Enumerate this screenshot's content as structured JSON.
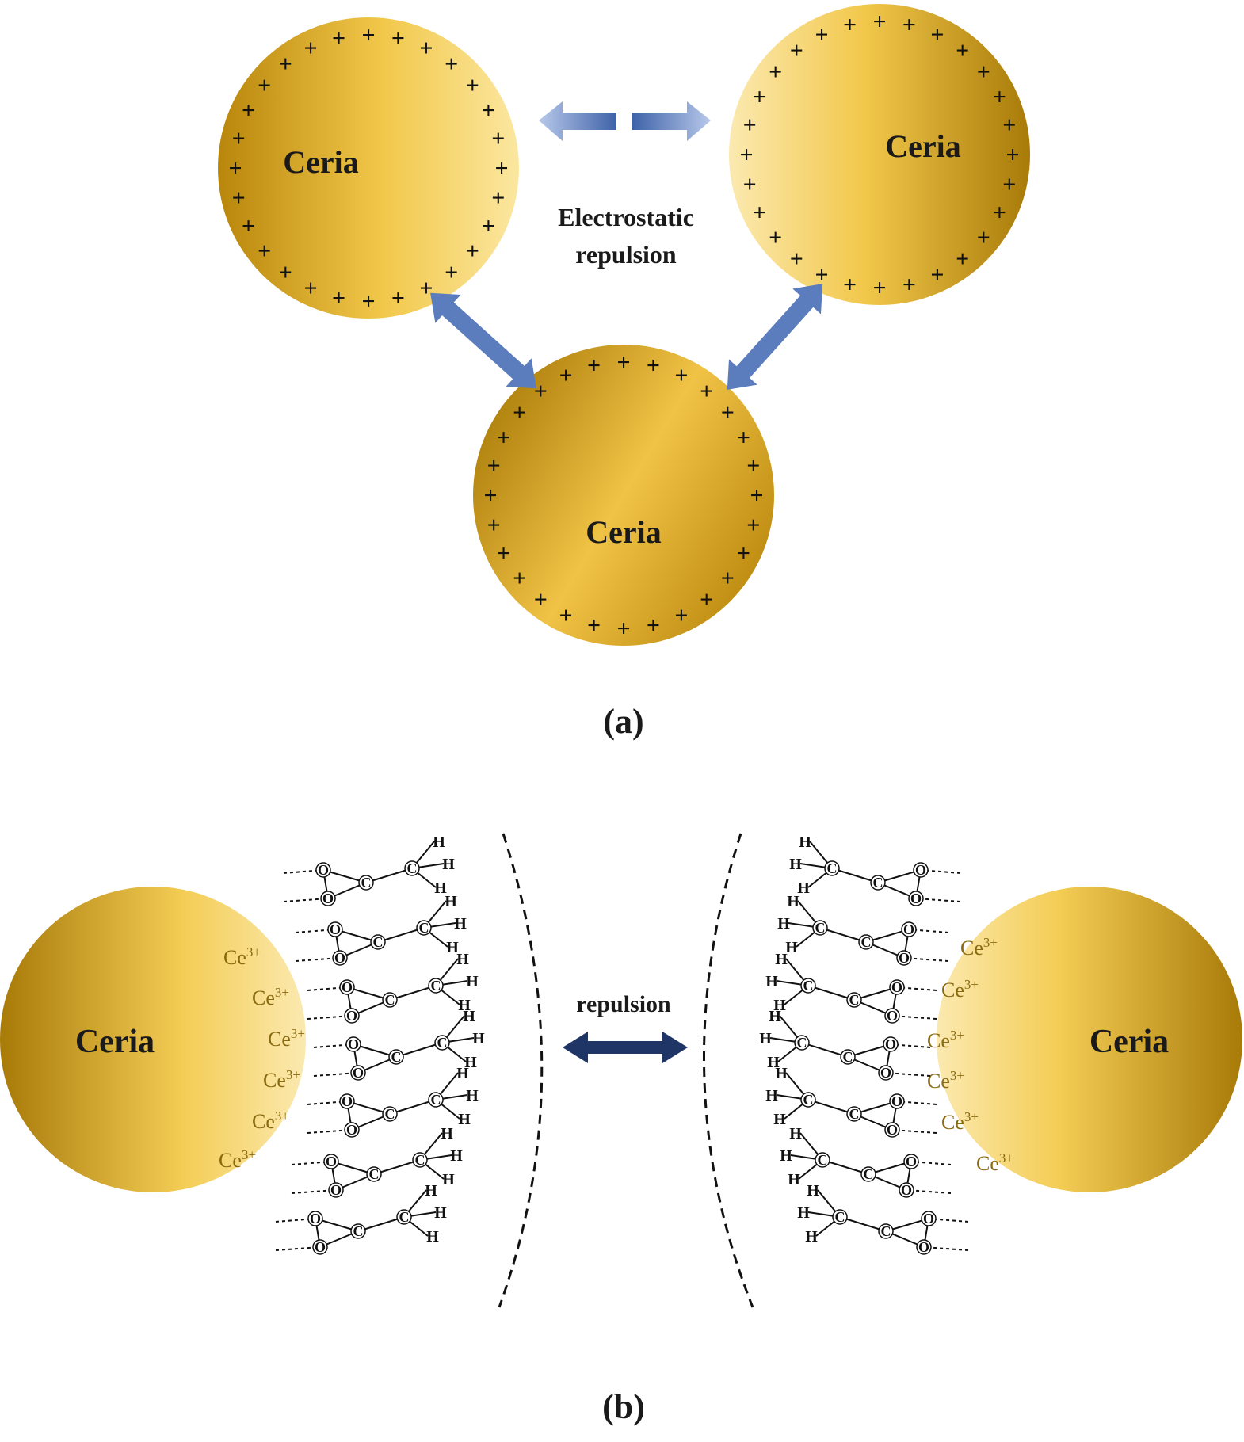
{
  "panel_a": {
    "particle_label": "Ceria",
    "charge_symbol": "+",
    "interaction_label_line1": "Electrostatic",
    "interaction_label_line2": "repulsion",
    "caption": "(a)"
  },
  "panel_b": {
    "particle_label": "Ceria",
    "ion_label": "Ce",
    "ion_charge": "3+",
    "interaction_label": "repulsion",
    "atom_symbols": {
      "oxygen": "O",
      "carbon": "C",
      "hydrogen": "H"
    },
    "caption": "(b)"
  },
  "colors": {
    "gold_dark": "#a87a08",
    "gold_mid": "#e4b22a",
    "gold_light": "#fbe9a6",
    "arrow_light": "#8aa4d6",
    "arrow_dark": "#4a6fb0",
    "arrow_navy": "#1f3566"
  }
}
